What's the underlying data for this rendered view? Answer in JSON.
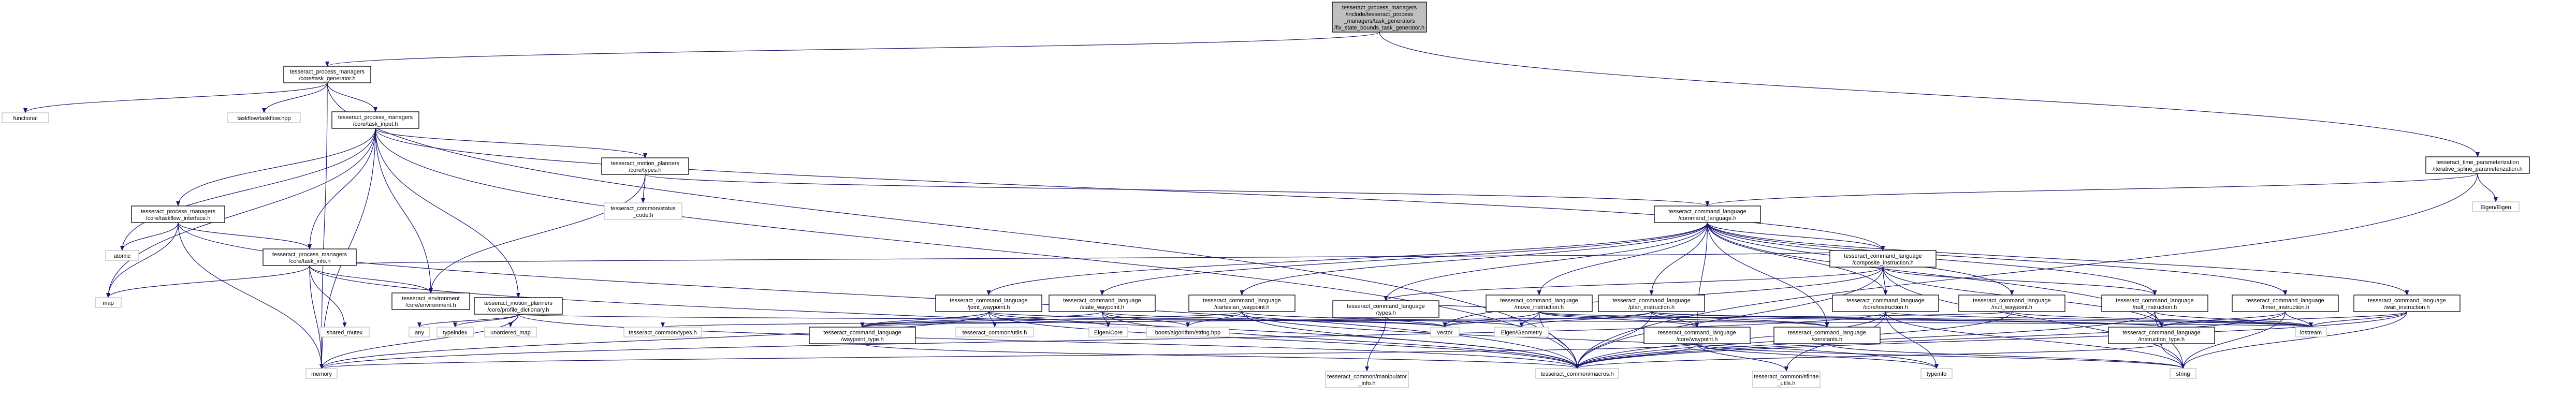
{
  "colors": {
    "edge": "#191970",
    "root_fill": "#bfbfbf",
    "leaf_border": "#bfbfbf",
    "node_border": "#000000",
    "background": "#ffffff"
  },
  "nodes": [
    {
      "id": "root",
      "kind": "root",
      "lines": [
        "tesseract_process_managers",
        "/include/tesseract_process",
        "_managers/task_generators",
        "/fix_state_bounds_task_generator.h"
      ]
    },
    {
      "id": "task_generator",
      "kind": "node",
      "lines": [
        "tesseract_process_managers",
        "/core/task_generator.h"
      ]
    },
    {
      "id": "functional",
      "kind": "leaf",
      "lines": [
        "functional"
      ]
    },
    {
      "id": "taskflow",
      "kind": "leaf",
      "lines": [
        "taskflow/taskflow.hpp"
      ]
    },
    {
      "id": "task_input",
      "kind": "node",
      "lines": [
        "tesseract_process_managers",
        "/core/task_input.h"
      ]
    },
    {
      "id": "time_param",
      "kind": "node",
      "lines": [
        "tesseract_time_parameterization",
        "/iterative_spline_parameterization.h"
      ]
    },
    {
      "id": "motion_types",
      "kind": "node",
      "lines": [
        "tesseract_motion_planners",
        "/core/types.h"
      ]
    },
    {
      "id": "taskflow_interface",
      "kind": "node",
      "lines": [
        "tesseract_process_managers",
        "/core/taskflow_interface.h"
      ]
    },
    {
      "id": "atomic",
      "kind": "leaf",
      "lines": [
        "atomic"
      ]
    },
    {
      "id": "common_status",
      "kind": "leaf",
      "lines": [
        "tesseract_common/status",
        "_code.h"
      ]
    },
    {
      "id": "eigen_eigen",
      "kind": "leaf",
      "lines": [
        "Eigen/Eigen"
      ]
    },
    {
      "id": "command_language",
      "kind": "node",
      "lines": [
        "tesseract_command_language",
        "/command_language.h"
      ]
    },
    {
      "id": "task_info",
      "kind": "node",
      "lines": [
        "tesseract_process_managers",
        "/core/task_info.h"
      ]
    },
    {
      "id": "map",
      "kind": "leaf",
      "lines": [
        "map"
      ]
    },
    {
      "id": "composite",
      "kind": "node",
      "lines": [
        "tesseract_command_language",
        "/composite_instruction.h"
      ]
    },
    {
      "id": "environment",
      "kind": "node",
      "lines": [
        "tesseract_environment",
        "/core/environment.h"
      ]
    },
    {
      "id": "profile_dict",
      "kind": "node",
      "lines": [
        "tesseract_motion_planners",
        "/core/profile_dictionary.h"
      ]
    },
    {
      "id": "core_instruction",
      "kind": "node",
      "lines": [
        "tesseract_command_language",
        "/core/instruction.h"
      ]
    },
    {
      "id": "null_instruction",
      "kind": "node",
      "lines": [
        "tesseract_command_language",
        "/null_instruction.h"
      ]
    },
    {
      "id": "timer_instruction",
      "kind": "node",
      "lines": [
        "tesseract_command_language",
        "/timer_instruction.h"
      ]
    },
    {
      "id": "wait_instruction",
      "kind": "node",
      "lines": [
        "tesseract_command_language",
        "/wait_instruction.h"
      ]
    },
    {
      "id": "joint_waypoint",
      "kind": "node",
      "lines": [
        "tesseract_command_language",
        "/joint_waypoint.h"
      ]
    },
    {
      "id": "state_waypoint",
      "kind": "node",
      "lines": [
        "tesseract_command_language",
        "/state_waypoint.h"
      ]
    },
    {
      "id": "cartesian_waypoint",
      "kind": "node",
      "lines": [
        "tesseract_command_language",
        "/cartesian_waypoint.h"
      ]
    },
    {
      "id": "move_instruction",
      "kind": "node",
      "lines": [
        "tesseract_command_language",
        "/move_instruction.h"
      ]
    },
    {
      "id": "plan_instruction",
      "kind": "node",
      "lines": [
        "tesseract_command_language",
        "/plan_instruction.h"
      ]
    },
    {
      "id": "null_waypoint",
      "kind": "node",
      "lines": [
        "tesseract_command_language",
        "/null_waypoint.h"
      ]
    },
    {
      "id": "cl_types",
      "kind": "node",
      "lines": [
        "tesseract_command_language",
        "/types.h"
      ]
    },
    {
      "id": "shared_mutex",
      "kind": "leaf",
      "lines": [
        "shared_mutex"
      ]
    },
    {
      "id": "any",
      "kind": "leaf",
      "lines": [
        "any"
      ]
    },
    {
      "id": "typeindex",
      "kind": "leaf",
      "lines": [
        "typeindex"
      ]
    },
    {
      "id": "unordered_map",
      "kind": "leaf",
      "lines": [
        "unordered_map"
      ]
    },
    {
      "id": "common_types",
      "kind": "leaf",
      "lines": [
        "tesseract_common/types.h"
      ]
    },
    {
      "id": "waypoint_type",
      "kind": "node",
      "lines": [
        "tesseract_command_language",
        "/waypoint_type.h"
      ]
    },
    {
      "id": "common_utils",
      "kind": "leaf",
      "lines": [
        "tesseract_common/utils.h"
      ]
    },
    {
      "id": "eigen_core",
      "kind": "leaf",
      "lines": [
        "Eigen/Core"
      ]
    },
    {
      "id": "boost_string",
      "kind": "leaf",
      "lines": [
        "boost/algorithm/string.hpp"
      ]
    },
    {
      "id": "vector",
      "kind": "leaf",
      "lines": [
        "vector"
      ]
    },
    {
      "id": "eigen_geometry",
      "kind": "leaf",
      "lines": [
        "Eigen/Geometry"
      ]
    },
    {
      "id": "core_waypoint",
      "kind": "node",
      "lines": [
        "tesseract_command_language",
        "/core/waypoint.h"
      ]
    },
    {
      "id": "constants",
      "kind": "node",
      "lines": [
        "tesseract_command_language",
        "/constants.h"
      ]
    },
    {
      "id": "instruction_type",
      "kind": "node",
      "lines": [
        "tesseract_command_language",
        "/instruction_type.h"
      ]
    },
    {
      "id": "iostream",
      "kind": "leaf",
      "lines": [
        "iostream"
      ]
    },
    {
      "id": "memory",
      "kind": "leaf",
      "lines": [
        "memory"
      ]
    },
    {
      "id": "macros",
      "kind": "leaf",
      "lines": [
        "tesseract_common/macros.h"
      ]
    },
    {
      "id": "manipulator_info",
      "kind": "leaf",
      "lines": [
        "tesseract_common/manipulator",
        "_info.h"
      ]
    },
    {
      "id": "sfinae",
      "kind": "leaf",
      "lines": [
        "tesseract_common/sfinae",
        "_utils.h"
      ]
    },
    {
      "id": "typeinfo",
      "kind": "leaf",
      "lines": [
        "typeinfo"
      ]
    },
    {
      "id": "string",
      "kind": "leaf",
      "lines": [
        "string"
      ]
    }
  ],
  "edges": [
    [
      "root",
      "task_generator"
    ],
    [
      "root",
      "time_param"
    ],
    [
      "task_generator",
      "functional"
    ],
    [
      "task_generator",
      "taskflow"
    ],
    [
      "task_generator",
      "task_input"
    ],
    [
      "task_generator",
      "memory"
    ],
    [
      "task_generator",
      "macros"
    ],
    [
      "task_input",
      "motion_types"
    ],
    [
      "task_input",
      "taskflow_interface"
    ],
    [
      "task_input",
      "atomic"
    ],
    [
      "task_input",
      "map"
    ],
    [
      "task_input",
      "task_info"
    ],
    [
      "task_input",
      "environment"
    ],
    [
      "task_input",
      "profile_dict"
    ],
    [
      "task_input",
      "composite"
    ],
    [
      "task_input",
      "memory"
    ],
    [
      "task_input",
      "macros"
    ],
    [
      "time_param",
      "command_language"
    ],
    [
      "time_param",
      "eigen_eigen"
    ],
    [
      "time_param",
      "macros"
    ],
    [
      "motion_types",
      "common_status"
    ],
    [
      "motion_types",
      "environment"
    ],
    [
      "motion_types",
      "command_language"
    ],
    [
      "taskflow_interface",
      "atomic"
    ],
    [
      "taskflow_interface",
      "map"
    ],
    [
      "taskflow_interface",
      "task_info"
    ],
    [
      "taskflow_interface",
      "memory"
    ],
    [
      "taskflow_interface",
      "macros"
    ],
    [
      "command_language",
      "composite"
    ],
    [
      "command_language",
      "core_instruction"
    ],
    [
      "command_language",
      "null_instruction"
    ],
    [
      "command_language",
      "timer_instruction"
    ],
    [
      "command_language",
      "wait_instruction"
    ],
    [
      "command_language",
      "joint_waypoint"
    ],
    [
      "command_language",
      "state_waypoint"
    ],
    [
      "command_language",
      "cartesian_waypoint"
    ],
    [
      "command_language",
      "move_instruction"
    ],
    [
      "command_language",
      "plan_instruction"
    ],
    [
      "command_language",
      "null_waypoint"
    ],
    [
      "command_language",
      "cl_types"
    ],
    [
      "command_language",
      "constants"
    ],
    [
      "command_language",
      "instruction_type"
    ],
    [
      "command_language",
      "core_waypoint"
    ],
    [
      "task_info",
      "map"
    ],
    [
      "task_info",
      "shared_mutex"
    ],
    [
      "task_info",
      "environment"
    ],
    [
      "task_info",
      "composite"
    ],
    [
      "task_info",
      "memory"
    ],
    [
      "task_info",
      "macros"
    ],
    [
      "composite",
      "core_instruction"
    ],
    [
      "composite",
      "null_instruction"
    ],
    [
      "composite",
      "vector"
    ],
    [
      "composite",
      "cl_types"
    ],
    [
      "composite",
      "instruction_type"
    ],
    [
      "composite",
      "macros"
    ],
    [
      "composite",
      "string"
    ],
    [
      "profile_dict",
      "any"
    ],
    [
      "profile_dict",
      "typeindex"
    ],
    [
      "profile_dict",
      "unordered_map"
    ],
    [
      "profile_dict",
      "memory"
    ],
    [
      "profile_dict",
      "macros"
    ],
    [
      "profile_dict",
      "iostream"
    ],
    [
      "core_instruction",
      "macros"
    ],
    [
      "core_instruction",
      "sfinae"
    ],
    [
      "core_instruction",
      "typeinfo"
    ],
    [
      "core_instruction",
      "string"
    ],
    [
      "core_instruction",
      "memory"
    ],
    [
      "core_instruction",
      "iostream"
    ],
    [
      "null_instruction",
      "instruction_type"
    ],
    [
      "null_instruction",
      "macros"
    ],
    [
      "null_instruction",
      "iostream"
    ],
    [
      "null_instruction",
      "string"
    ],
    [
      "timer_instruction",
      "instruction_type"
    ],
    [
      "timer_instruction",
      "macros"
    ],
    [
      "timer_instruction",
      "iostream"
    ],
    [
      "timer_instruction",
      "string"
    ],
    [
      "wait_instruction",
      "instruction_type"
    ],
    [
      "wait_instruction",
      "macros"
    ],
    [
      "wait_instruction",
      "iostream"
    ],
    [
      "wait_instruction",
      "string"
    ],
    [
      "joint_waypoint",
      "waypoint_type"
    ],
    [
      "joint_waypoint",
      "common_utils"
    ],
    [
      "joint_waypoint",
      "eigen_core"
    ],
    [
      "joint_waypoint",
      "vector"
    ],
    [
      "joint_waypoint",
      "macros"
    ],
    [
      "joint_waypoint",
      "memory"
    ],
    [
      "state_waypoint",
      "waypoint_type"
    ],
    [
      "state_waypoint",
      "eigen_core"
    ],
    [
      "state_waypoint",
      "boost_string"
    ],
    [
      "state_waypoint",
      "vector"
    ],
    [
      "state_waypoint",
      "macros"
    ],
    [
      "cartesian_waypoint",
      "waypoint_type"
    ],
    [
      "cartesian_waypoint",
      "eigen_geometry"
    ],
    [
      "cartesian_waypoint",
      "boost_string"
    ],
    [
      "cartesian_waypoint",
      "macros"
    ],
    [
      "cartesian_waypoint",
      "typeinfo"
    ],
    [
      "move_instruction",
      "vector"
    ],
    [
      "move_instruction",
      "eigen_geometry"
    ],
    [
      "move_instruction",
      "core_waypoint"
    ],
    [
      "move_instruction",
      "constants"
    ],
    [
      "move_instruction",
      "instruction_type"
    ],
    [
      "move_instruction",
      "macros"
    ],
    [
      "move_instruction",
      "cl_types"
    ],
    [
      "plan_instruction",
      "vector"
    ],
    [
      "plan_instruction",
      "eigen_geometry"
    ],
    [
      "plan_instruction",
      "core_waypoint"
    ],
    [
      "plan_instruction",
      "constants"
    ],
    [
      "plan_instruction",
      "instruction_type"
    ],
    [
      "plan_instruction",
      "macros"
    ],
    [
      "plan_instruction",
      "iostream"
    ],
    [
      "null_waypoint",
      "waypoint_type"
    ],
    [
      "null_waypoint",
      "macros"
    ],
    [
      "null_waypoint",
      "iostream"
    ],
    [
      "cl_types",
      "common_types"
    ],
    [
      "cl_types",
      "manipulator_info"
    ],
    [
      "cl_types",
      "vector"
    ],
    [
      "core_waypoint",
      "macros"
    ],
    [
      "core_waypoint",
      "sfinae"
    ],
    [
      "core_waypoint",
      "typeinfo"
    ],
    [
      "core_waypoint",
      "string"
    ],
    [
      "core_waypoint",
      "memory"
    ],
    [
      "waypoint_type",
      "macros"
    ],
    [
      "constants",
      "string"
    ],
    [
      "instruction_type",
      "macros"
    ],
    [
      "instruction_type",
      "string"
    ]
  ]
}
